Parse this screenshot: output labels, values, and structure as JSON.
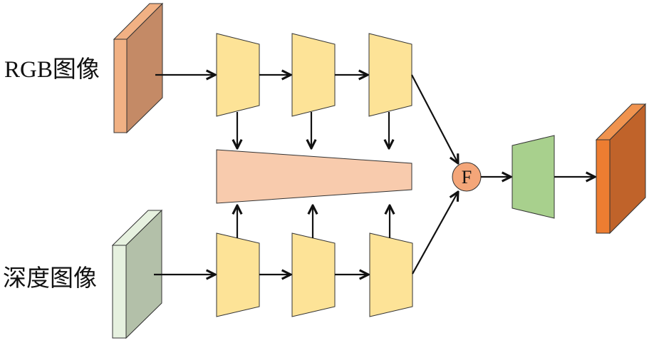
{
  "diagram": {
    "inputs": {
      "rgb_label": "RGB图像",
      "depth_label": "深度图像"
    },
    "fusion_label": "F",
    "colors": {
      "rgb_front": "#f1b184",
      "rgb_side": "#c48a66",
      "depth_front": "#e6f1df",
      "depth_side": "#b3c0a9",
      "encoder": "#fde397",
      "fusion_decoder": "#f8cbad",
      "fusion_node": "#f4a679",
      "head": "#a8d08d",
      "output_front": "#ed7d31",
      "output_side": "#c0632a",
      "edge": "#111111"
    },
    "nodes": [
      {
        "id": "rgb-input",
        "type": "slab",
        "label_key": "rgb_label"
      },
      {
        "id": "depth-input",
        "type": "slab",
        "label_key": "depth_label"
      },
      {
        "id": "rgb-encoder-1",
        "type": "trapezoid"
      },
      {
        "id": "rgb-encoder-2",
        "type": "trapezoid"
      },
      {
        "id": "rgb-encoder-3",
        "type": "trapezoid"
      },
      {
        "id": "depth-encoder-1",
        "type": "trapezoid"
      },
      {
        "id": "depth-encoder-2",
        "type": "trapezoid"
      },
      {
        "id": "depth-encoder-3",
        "type": "trapezoid"
      },
      {
        "id": "shared-decoder",
        "type": "tapered-bar"
      },
      {
        "id": "fusion-node",
        "type": "circle",
        "label": "F"
      },
      {
        "id": "head",
        "type": "trapezoid"
      },
      {
        "id": "output",
        "type": "slab"
      }
    ],
    "edges": [
      [
        "rgb-input",
        "rgb-encoder-1"
      ],
      [
        "rgb-encoder-1",
        "rgb-encoder-2"
      ],
      [
        "rgb-encoder-2",
        "rgb-encoder-3"
      ],
      [
        "depth-input",
        "depth-encoder-1"
      ],
      [
        "depth-encoder-1",
        "depth-encoder-2"
      ],
      [
        "depth-encoder-2",
        "depth-encoder-3"
      ],
      [
        "rgb-encoder-1",
        "shared-decoder"
      ],
      [
        "rgb-encoder-2",
        "shared-decoder"
      ],
      [
        "rgb-encoder-3",
        "shared-decoder"
      ],
      [
        "depth-encoder-1",
        "shared-decoder"
      ],
      [
        "depth-encoder-2",
        "shared-decoder"
      ],
      [
        "depth-encoder-3",
        "shared-decoder"
      ],
      [
        "rgb-encoder-3",
        "fusion-node"
      ],
      [
        "depth-encoder-3",
        "fusion-node"
      ],
      [
        "fusion-node",
        "head"
      ],
      [
        "head",
        "output"
      ]
    ]
  }
}
